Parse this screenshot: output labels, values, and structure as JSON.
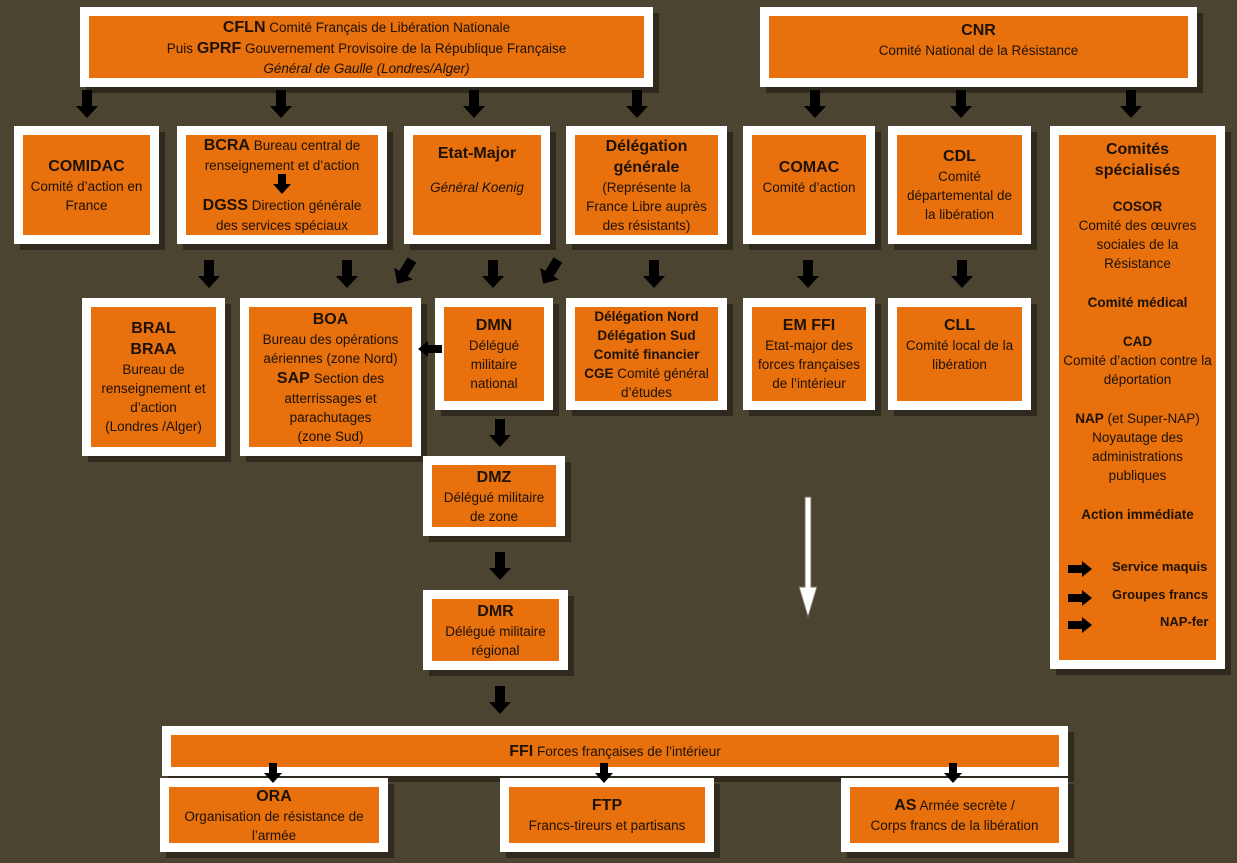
{
  "cfln": {
    "abbr1": "CFLN",
    "name1": "Comité Français de Libération Nationale",
    "prefix2": "Puis",
    "abbr2": "GPRF",
    "name2": "Gouvernement Provisoire de la République Française",
    "leader": "Général de Gaulle (Londres/Alger)"
  },
  "cnr": {
    "abbr": "CNR",
    "name": "Comité National de la Résistance"
  },
  "comidac": {
    "abbr": "COMIDAC",
    "name": "Comité d’action en France"
  },
  "bcra": {
    "abbr1": "BCRA",
    "name1": "Bureau central de renseignement et d’action",
    "abbr2": "DGSS",
    "name2": "Direction générale des services spéciaux"
  },
  "etat_major": {
    "title": "Etat-Major",
    "leader": "Général Koenig"
  },
  "delegation": {
    "title": "Délégation générale",
    "desc": "(Représente la France Libre auprès des résistants)"
  },
  "comac": {
    "abbr": "COMAC",
    "name": "Comité d’action"
  },
  "cdl": {
    "abbr": "CDL",
    "name": "Comité départemental de la libération"
  },
  "comites": {
    "title": "Comités spécialisés",
    "cosor_abbr": "COSOR",
    "cosor_name": "Comité des œuvres sociales de la Résistance",
    "medical": "Comité médical",
    "cad_abbr": "CAD",
    "cad_name": "Comité d’action contre la déportation",
    "nap_abbr": "NAP",
    "nap_extra": "(et Super-NAP)",
    "nap_name": "Noyautage des administrations publiques",
    "action": "Action immédiate",
    "sub1": "Service maquis",
    "sub2": "Groupes francs",
    "sub3": "NAP-fer"
  },
  "bral": {
    "abbr1": "BRAL",
    "abbr2": "BRAA",
    "name": "Bureau de renseignement et d’action",
    "place": "(Londres /Alger)"
  },
  "boa": {
    "abbr1": "BOA",
    "name1": "Bureau des opérations aériennes (zone Nord)",
    "abbr2": "SAP",
    "name2": "Section des atterrissages et parachutages",
    "zone2": "(zone Sud)"
  },
  "dmn": {
    "abbr": "DMN",
    "name": "Délégué militaire national"
  },
  "deleg_group": {
    "l1": "Délégation Nord",
    "l2": "Délégation Sud",
    "l3": "Comité financier",
    "abbr4": "CGE",
    "name4": "Comité général d’études"
  },
  "emffi": {
    "abbr": "EM FFI",
    "name": "Etat-major des forces françaises de l’intérieur"
  },
  "cll": {
    "abbr": "CLL",
    "name": "Comité local de la libération"
  },
  "dmz": {
    "abbr": "DMZ",
    "name": "Délégué militaire de zone"
  },
  "dmr": {
    "abbr": "DMR",
    "name": "Délégué militaire régional"
  },
  "ffi": {
    "abbr": "FFI",
    "name": "Forces françaises de l’intérieur"
  },
  "ora": {
    "abbr": "ORA",
    "name": "Organisation de résistance de l’armée"
  },
  "ftp": {
    "abbr": "FTP",
    "name": "Francs-tireurs et partisans"
  },
  "as": {
    "abbr": "AS",
    "name": "Armée secrète /",
    "name2": "Corps francs de la libération"
  }
}
